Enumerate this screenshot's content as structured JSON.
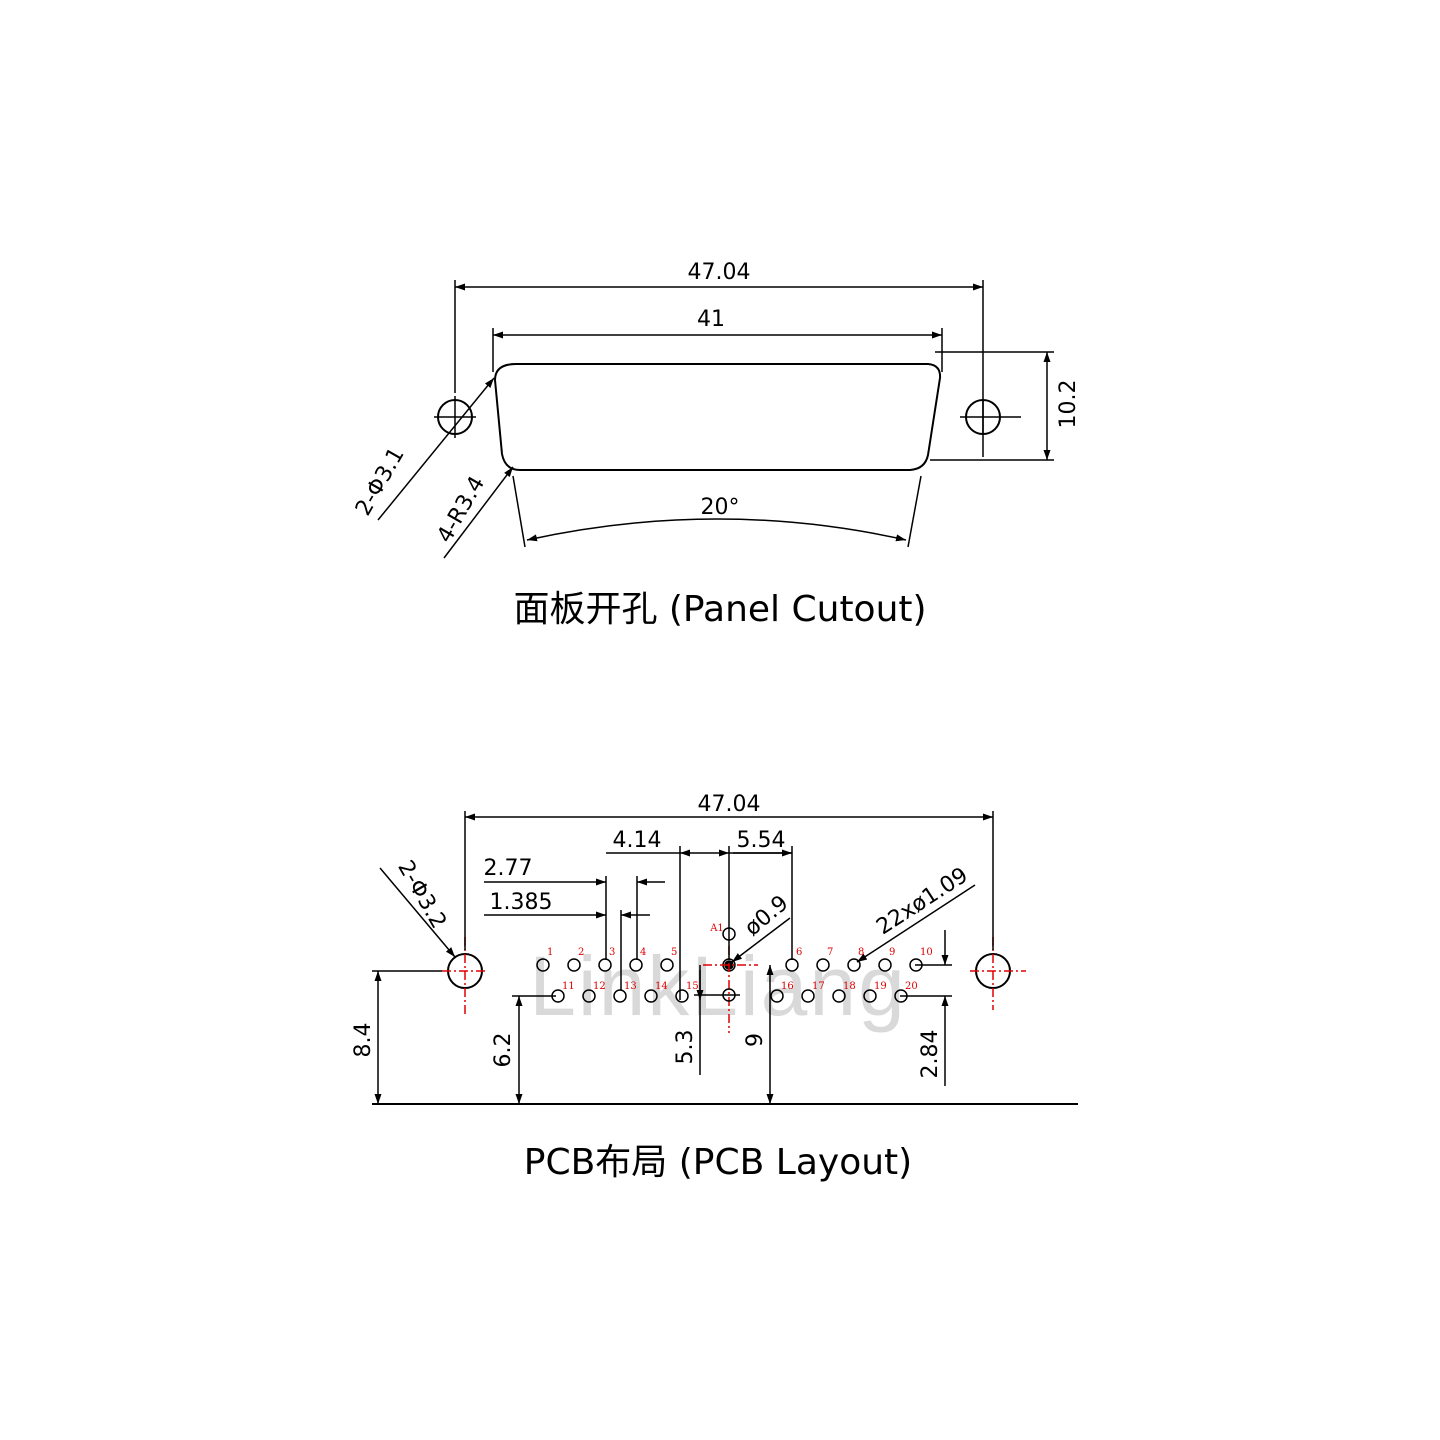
{
  "panel_cutout": {
    "dim_overall_width": "47.04",
    "dim_shell_width": "41",
    "dim_height": "10.2",
    "dim_angle": "20°",
    "dim_hole_dia": "2-Φ3.1",
    "dim_corner_radius": "4-R3.4",
    "caption": "面板开孔 (Panel Cutout)"
  },
  "pcb_layout": {
    "dim_overall_width": "47.04",
    "dim_row_offset": "4.14",
    "dim_coax_offset": "5.54",
    "dim_pitch": "2.77",
    "dim_half_pitch": "1.385",
    "dim_mount_hole_dia": "2-Φ3.2",
    "dim_coax_pin_dia": "ø0.9",
    "dim_pin_dia": "22xø1.09",
    "dim_mount_height": "8.4",
    "dim_row_height": "6.2",
    "dim_coax_lower": "5.3",
    "dim_coax_center": "9",
    "dim_row_spacing": "2.84",
    "coax_label": "A1",
    "top_row_pins": [
      "1",
      "2",
      "3",
      "4",
      "5",
      "6",
      "7",
      "8",
      "9",
      "10"
    ],
    "bottom_row_pins": [
      "11",
      "12",
      "13",
      "14",
      "15",
      "16",
      "17",
      "18",
      "19",
      "20"
    ],
    "caption": "PCB布局 (PCB Layout)"
  },
  "watermark": "LinkLiang",
  "colors": {
    "line": "#000000",
    "centerline": "#e00000",
    "pin_label": "#e00000",
    "watermark": "#d9d9d9"
  }
}
